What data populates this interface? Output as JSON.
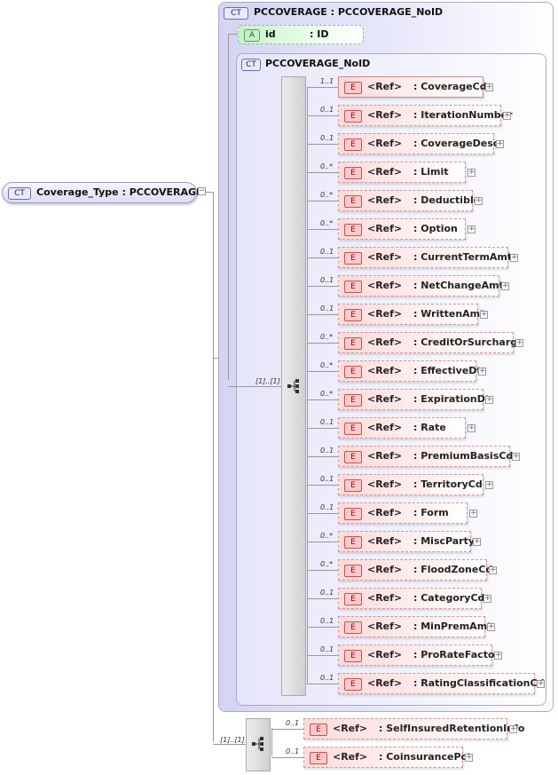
{
  "root": {
    "badge": "CT",
    "label": "Coverage_Type : PCCOVERAGE",
    "collapse": "−"
  },
  "outer_type": {
    "badge": "CT",
    "title": "PCCOVERAGE : PCCOVERAGE_NoID"
  },
  "attribute": {
    "badge": "A",
    "name": "id",
    "type": ": ID"
  },
  "inner_type": {
    "badge": "CT",
    "title": "PCCOVERAGE_NoID"
  },
  "sequence": {
    "cardinality": "[1]..[1]"
  },
  "elements": [
    {
      "card": "1..1",
      "badge": "E",
      "ref": "<Ref>",
      "name": ": CoverageCd",
      "required": true
    },
    {
      "card": "0..1",
      "badge": "E",
      "ref": "<Ref>",
      "name": ": IterationNumber",
      "required": false
    },
    {
      "card": "0..1",
      "badge": "E",
      "ref": "<Ref>",
      "name": ": CoverageDesc",
      "required": false
    },
    {
      "card": "0..*",
      "badge": "E",
      "ref": "<Ref>",
      "name": ": Limit",
      "required": false
    },
    {
      "card": "0..*",
      "badge": "E",
      "ref": "<Ref>",
      "name": ": Deductible",
      "required": false
    },
    {
      "card": "0..*",
      "badge": "E",
      "ref": "<Ref>",
      "name": ": Option",
      "required": false
    },
    {
      "card": "0..1",
      "badge": "E",
      "ref": "<Ref>",
      "name": ": CurrentTermAmt",
      "required": false
    },
    {
      "card": "0..1",
      "badge": "E",
      "ref": "<Ref>",
      "name": ": NetChangeAmt",
      "required": false
    },
    {
      "card": "0..1",
      "badge": "E",
      "ref": "<Ref>",
      "name": ": WrittenAmt",
      "required": false
    },
    {
      "card": "0..*",
      "badge": "E",
      "ref": "<Ref>",
      "name": ": CreditOrSurcharge",
      "required": false
    },
    {
      "card": "0..*",
      "badge": "E",
      "ref": "<Ref>",
      "name": ": EffectiveDt",
      "required": false
    },
    {
      "card": "0..*",
      "badge": "E",
      "ref": "<Ref>",
      "name": ": ExpirationDt",
      "required": false
    },
    {
      "card": "0..1",
      "badge": "E",
      "ref": "<Ref>",
      "name": ": Rate",
      "required": false
    },
    {
      "card": "0..1",
      "badge": "E",
      "ref": "<Ref>",
      "name": ": PremiumBasisCd",
      "required": false
    },
    {
      "card": "0..1",
      "badge": "E",
      "ref": "<Ref>",
      "name": ": TerritoryCd",
      "required": false
    },
    {
      "card": "0..1",
      "badge": "E",
      "ref": "<Ref>",
      "name": ": Form",
      "required": false
    },
    {
      "card": "0..*",
      "badge": "E",
      "ref": "<Ref>",
      "name": ": MiscParty",
      "required": false
    },
    {
      "card": "0..*",
      "badge": "E",
      "ref": "<Ref>",
      "name": ": FloodZoneCd",
      "required": false
    },
    {
      "card": "0..1",
      "badge": "E",
      "ref": "<Ref>",
      "name": ": CategoryCd",
      "required": false
    },
    {
      "card": "0..1",
      "badge": "E",
      "ref": "<Ref>",
      "name": ": MinPremAmt",
      "required": false
    },
    {
      "card": "0..1",
      "badge": "E",
      "ref": "<Ref>",
      "name": ": ProRateFactor",
      "required": false
    },
    {
      "card": "0..1",
      "badge": "E",
      "ref": "<Ref>",
      "name": ": RatingClassificationCd",
      "required": false
    }
  ],
  "sequence2": {
    "cardinality": "[1]..[1]"
  },
  "elements2": [
    {
      "card": "0..1",
      "badge": "E",
      "ref": "<Ref>",
      "name": ": SelfInsuredRetentionInfo",
      "required": false
    },
    {
      "card": "0..1",
      "badge": "E",
      "ref": "<Ref>",
      "name": ": CoinsurancePct",
      "required": false
    }
  ],
  "expand_symbol": "+"
}
